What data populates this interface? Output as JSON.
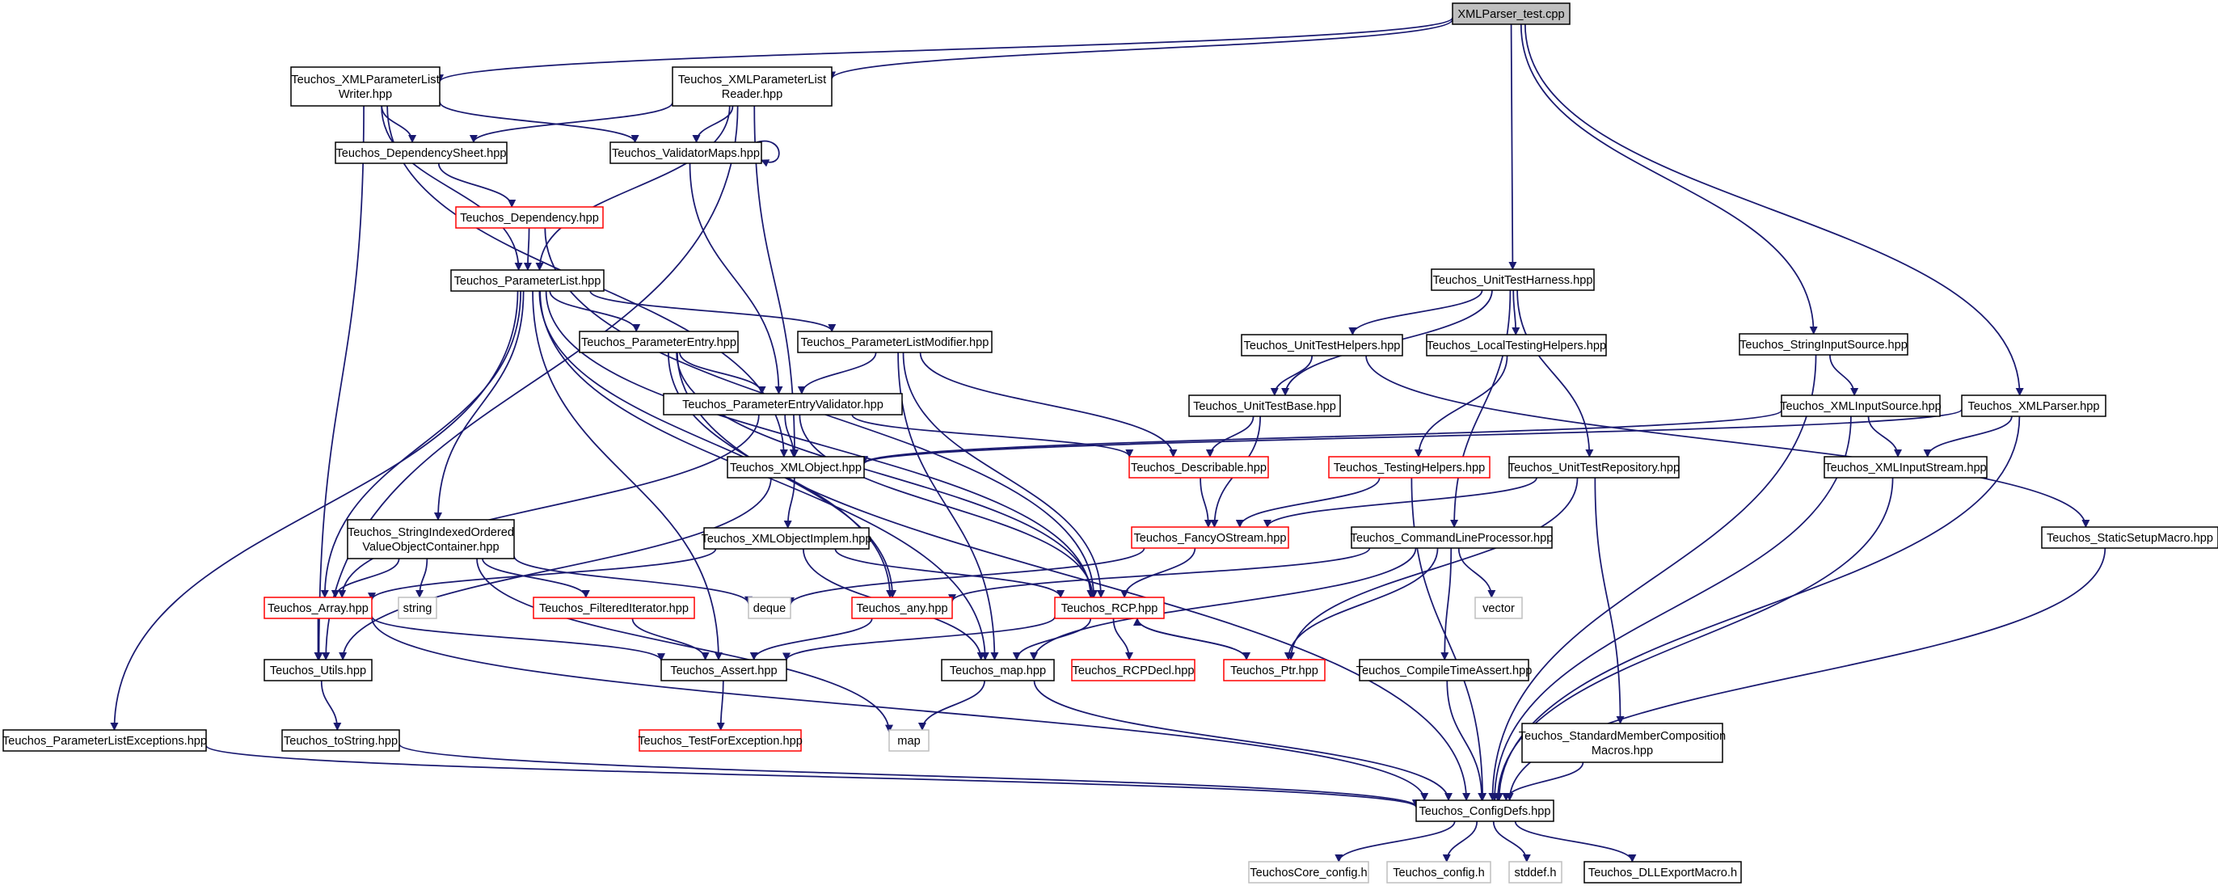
{
  "colors": {
    "edge": "#191970",
    "box_default": "#000000",
    "box_red": "#ff0000",
    "box_gray": "#bfbfbf",
    "root_fill": "#bfbfbf"
  },
  "nodes": [
    {
      "id": "xmlparser_test",
      "lines": [
        "XMLParser_test.cpp"
      ],
      "style": "root"
    },
    {
      "id": "xmlplwriter",
      "lines": [
        "Teuchos_XMLParameterList",
        "Writer.hpp"
      ],
      "style": "default"
    },
    {
      "id": "xmlplreader",
      "lines": [
        "Teuchos_XMLParameterList",
        "Reader.hpp"
      ],
      "style": "default"
    },
    {
      "id": "depsheet",
      "lines": [
        "Teuchos_DependencySheet.hpp"
      ],
      "style": "default"
    },
    {
      "id": "validatormaps",
      "lines": [
        "Teuchos_ValidatorMaps.hpp"
      ],
      "style": "default"
    },
    {
      "id": "dependency",
      "lines": [
        "Teuchos_Dependency.hpp"
      ],
      "style": "red"
    },
    {
      "id": "paramlist",
      "lines": [
        "Teuchos_ParameterList.hpp"
      ],
      "style": "default"
    },
    {
      "id": "paramentry",
      "lines": [
        "Teuchos_ParameterEntry.hpp"
      ],
      "style": "default"
    },
    {
      "id": "plmodifier",
      "lines": [
        "Teuchos_ParameterListModifier.hpp"
      ],
      "style": "default"
    },
    {
      "id": "pevalidator",
      "lines": [
        "Teuchos_ParameterEntryValidator.hpp"
      ],
      "style": "default"
    },
    {
      "id": "xmlobject",
      "lines": [
        "Teuchos_XMLObject.hpp"
      ],
      "style": "default"
    },
    {
      "id": "describable",
      "lines": [
        "Teuchos_Describable.hpp"
      ],
      "style": "red"
    },
    {
      "id": "stringindexed",
      "lines": [
        "Teuchos_StringIndexedOrdered",
        "ValueObjectContainer.hpp"
      ],
      "style": "default"
    },
    {
      "id": "xmlobjectimpl",
      "lines": [
        "Teuchos_XMLObjectImplem.hpp"
      ],
      "style": "default"
    },
    {
      "id": "array",
      "lines": [
        "Teuchos_Array.hpp"
      ],
      "style": "red"
    },
    {
      "id": "string",
      "lines": [
        "string"
      ],
      "style": "gray"
    },
    {
      "id": "filtered",
      "lines": [
        "Teuchos_FilteredIterator.hpp"
      ],
      "style": "red"
    },
    {
      "id": "deque",
      "lines": [
        "deque"
      ],
      "style": "gray"
    },
    {
      "id": "any",
      "lines": [
        "Teuchos_any.hpp"
      ],
      "style": "red"
    },
    {
      "id": "rcp",
      "lines": [
        "Teuchos_RCP.hpp"
      ],
      "style": "red"
    },
    {
      "id": "utils",
      "lines": [
        "Teuchos_Utils.hpp"
      ],
      "style": "default"
    },
    {
      "id": "assert",
      "lines": [
        "Teuchos_Assert.hpp"
      ],
      "style": "default"
    },
    {
      "id": "maphpp",
      "lines": [
        "Teuchos_map.hpp"
      ],
      "style": "default"
    },
    {
      "id": "rcpdecl",
      "lines": [
        "Teuchos_RCPDecl.hpp"
      ],
      "style": "red"
    },
    {
      "id": "ptr",
      "lines": [
        "Teuchos_Ptr.hpp"
      ],
      "style": "red"
    },
    {
      "id": "tostring",
      "lines": [
        "Teuchos_toString.hpp"
      ],
      "style": "default"
    },
    {
      "id": "testforexc",
      "lines": [
        "Teuchos_TestForException.hpp"
      ],
      "style": "red"
    },
    {
      "id": "map",
      "lines": [
        "map"
      ],
      "style": "gray"
    },
    {
      "id": "plexceptions",
      "lines": [
        "Teuchos_ParameterListExceptions.hpp"
      ],
      "style": "default"
    },
    {
      "id": "unittestharness",
      "lines": [
        "Teuchos_UnitTestHarness.hpp"
      ],
      "style": "default"
    },
    {
      "id": "unittesthelpers",
      "lines": [
        "Teuchos_UnitTestHelpers.hpp"
      ],
      "style": "default"
    },
    {
      "id": "localtesting",
      "lines": [
        "Teuchos_LocalTestingHelpers.hpp"
      ],
      "style": "default"
    },
    {
      "id": "unittestbase",
      "lines": [
        "Teuchos_UnitTestBase.hpp"
      ],
      "style": "default"
    },
    {
      "id": "testinghelpers",
      "lines": [
        "Teuchos_TestingHelpers.hpp"
      ],
      "style": "red"
    },
    {
      "id": "unittestrepo",
      "lines": [
        "Teuchos_UnitTestRepository.hpp"
      ],
      "style": "default"
    },
    {
      "id": "fancyostream",
      "lines": [
        "Teuchos_FancyOStream.hpp"
      ],
      "style": "red"
    },
    {
      "id": "cmdline",
      "lines": [
        "Teuchos_CommandLineProcessor.hpp"
      ],
      "style": "default"
    },
    {
      "id": "vector",
      "lines": [
        "vector"
      ],
      "style": "gray"
    },
    {
      "id": "compiletimeassert",
      "lines": [
        "Teuchos_CompileTimeAssert.hpp"
      ],
      "style": "default"
    },
    {
      "id": "stdmember",
      "lines": [
        "Teuchos_StandardMemberComposition",
        "Macros.hpp"
      ],
      "style": "default"
    },
    {
      "id": "stringinputsource",
      "lines": [
        "Teuchos_StringInputSource.hpp"
      ],
      "style": "default"
    },
    {
      "id": "xmlinputsource",
      "lines": [
        "Teuchos_XMLInputSource.hpp"
      ],
      "style": "default"
    },
    {
      "id": "xmlparser",
      "lines": [
        "Teuchos_XMLParser.hpp"
      ],
      "style": "default"
    },
    {
      "id": "xmlinputstream",
      "lines": [
        "Teuchos_XMLInputStream.hpp"
      ],
      "style": "default"
    },
    {
      "id": "staticsetup",
      "lines": [
        "Teuchos_StaticSetupMacro.hpp"
      ],
      "style": "default"
    },
    {
      "id": "configdefs",
      "lines": [
        "Teuchos_ConfigDefs.hpp"
      ],
      "style": "default"
    },
    {
      "id": "coreconfig",
      "lines": [
        "TeuchosCore_config.h"
      ],
      "style": "gray"
    },
    {
      "id": "tconfig",
      "lines": [
        "Teuchos_config.h"
      ],
      "style": "gray"
    },
    {
      "id": "stddef",
      "lines": [
        "stddef.h"
      ],
      "style": "gray"
    },
    {
      "id": "dllexport",
      "lines": [
        "Teuchos_DLLExportMacro.h"
      ],
      "style": "default"
    }
  ],
  "edges": [
    [
      "xmlparser_test",
      "xmlplwriter"
    ],
    [
      "xmlparser_test",
      "xmlplreader"
    ],
    [
      "xmlparser_test",
      "unittestharness"
    ],
    [
      "xmlparser_test",
      "stringinputsource"
    ],
    [
      "xmlparser_test",
      "xmlparser"
    ],
    [
      "xmlplwriter",
      "depsheet"
    ],
    [
      "xmlplwriter",
      "validatormaps"
    ],
    [
      "xmlplwriter",
      "paramlist"
    ],
    [
      "xmlplwriter",
      "xmlobject"
    ],
    [
      "xmlplwriter",
      "utils"
    ],
    [
      "xmlplreader",
      "depsheet"
    ],
    [
      "xmlplreader",
      "validatormaps"
    ],
    [
      "xmlplreader",
      "paramlist"
    ],
    [
      "xmlplreader",
      "xmlobject"
    ],
    [
      "xmlplreader",
      "utils"
    ],
    [
      "validatormaps",
      "validatormaps"
    ],
    [
      "validatormaps",
      "pevalidator"
    ],
    [
      "depsheet",
      "dependency"
    ],
    [
      "dependency",
      "paramlist"
    ],
    [
      "dependency",
      "rcp"
    ],
    [
      "paramlist",
      "paramentry"
    ],
    [
      "paramlist",
      "plmodifier"
    ],
    [
      "paramlist",
      "stringindexed"
    ],
    [
      "paramlist",
      "array"
    ],
    [
      "paramlist",
      "assert"
    ],
    [
      "paramlist",
      "maphpp"
    ],
    [
      "paramlist",
      "any"
    ],
    [
      "paramlist",
      "rcp"
    ],
    [
      "paramlist",
      "plexceptions"
    ],
    [
      "paramentry",
      "pevalidator"
    ],
    [
      "paramentry",
      "any"
    ],
    [
      "paramentry",
      "rcp"
    ],
    [
      "paramentry",
      "configdefs"
    ],
    [
      "plmodifier",
      "pevalidator"
    ],
    [
      "plmodifier",
      "describable"
    ],
    [
      "plmodifier",
      "rcp"
    ],
    [
      "plmodifier",
      "maphpp"
    ],
    [
      "pevalidator",
      "xmlobject"
    ],
    [
      "pevalidator",
      "describable"
    ],
    [
      "pevalidator",
      "rcp"
    ],
    [
      "pevalidator",
      "array"
    ],
    [
      "xmlobject",
      "xmlobjectimpl"
    ],
    [
      "xmlobject",
      "utils"
    ],
    [
      "xmlobjectimpl",
      "array"
    ],
    [
      "xmlobjectimpl",
      "rcp"
    ],
    [
      "xmlobjectimpl",
      "maphpp"
    ],
    [
      "stringindexed",
      "array"
    ],
    [
      "stringindexed",
      "string"
    ],
    [
      "stringindexed",
      "filtered"
    ],
    [
      "stringindexed",
      "deque"
    ],
    [
      "stringindexed",
      "map"
    ],
    [
      "array",
      "utils"
    ],
    [
      "array",
      "assert"
    ],
    [
      "array",
      "configdefs"
    ],
    [
      "filtered",
      "assert"
    ],
    [
      "any",
      "assert"
    ],
    [
      "rcp",
      "assert"
    ],
    [
      "rcp",
      "maphpp"
    ],
    [
      "rcp",
      "rcpdecl"
    ],
    [
      "rcp",
      "ptr"
    ],
    [
      "ptr",
      "rcp"
    ],
    [
      "utils",
      "tostring"
    ],
    [
      "tostring",
      "configdefs"
    ],
    [
      "assert",
      "testforexc"
    ],
    [
      "maphpp",
      "map"
    ],
    [
      "maphpp",
      "configdefs"
    ],
    [
      "plexceptions",
      "configdefs"
    ],
    [
      "unittestharness",
      "unittesthelpers"
    ],
    [
      "unittestharness",
      "localtesting"
    ],
    [
      "unittestharness",
      "unittestbase"
    ],
    [
      "unittestharness",
      "unittestrepo"
    ],
    [
      "unittestharness",
      "cmdline"
    ],
    [
      "unittesthelpers",
      "unittestbase"
    ],
    [
      "unittesthelpers",
      "staticsetup"
    ],
    [
      "localtesting",
      "testinghelpers"
    ],
    [
      "unittestbase",
      "describable"
    ],
    [
      "unittestbase",
      "fancyostream"
    ],
    [
      "describable",
      "fancyostream"
    ],
    [
      "testinghelpers",
      "fancyostream"
    ],
    [
      "testinghelpers",
      "configdefs"
    ],
    [
      "unittestrepo",
      "fancyostream"
    ],
    [
      "unittestrepo",
      "ptr"
    ],
    [
      "unittestrepo",
      "stdmember"
    ],
    [
      "fancyostream",
      "rcp"
    ],
    [
      "fancyostream",
      "deque"
    ],
    [
      "cmdline",
      "any"
    ],
    [
      "cmdline",
      "maphpp"
    ],
    [
      "cmdline",
      "vector"
    ],
    [
      "cmdline",
      "compiletimeassert"
    ],
    [
      "cmdline",
      "ptr"
    ],
    [
      "compiletimeassert",
      "configdefs"
    ],
    [
      "stdmember",
      "configdefs"
    ],
    [
      "stringinputsource",
      "xmlinputsource"
    ],
    [
      "stringinputsource",
      "configdefs"
    ],
    [
      "xmlinputsource",
      "xmlobject"
    ],
    [
      "xmlinputsource",
      "xmlinputstream"
    ],
    [
      "xmlinputsource",
      "configdefs"
    ],
    [
      "xmlparser",
      "xmlobject"
    ],
    [
      "xmlparser",
      "xmlinputstream"
    ],
    [
      "xmlparser",
      "configdefs"
    ],
    [
      "xmlinputstream",
      "configdefs"
    ],
    [
      "staticsetup",
      "configdefs"
    ],
    [
      "configdefs",
      "coreconfig"
    ],
    [
      "configdefs",
      "tconfig"
    ],
    [
      "configdefs",
      "stddef"
    ],
    [
      "configdefs",
      "dllexport"
    ]
  ]
}
